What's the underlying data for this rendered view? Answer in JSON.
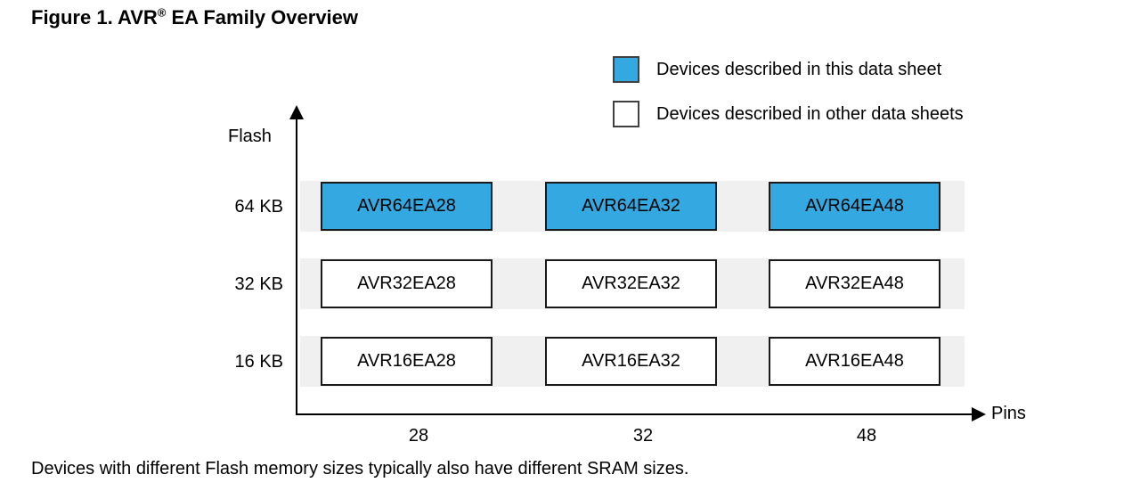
{
  "figure": {
    "title_prefix": "Figure 1. AVR",
    "title_sup": "®",
    "title_suffix": " EA Family Overview",
    "caption": "Devices with different Flash memory sizes typically also have different SRAM sizes."
  },
  "legend": {
    "items": [
      {
        "label": "Devices described in this data sheet",
        "fill": "#34A8E0"
      },
      {
        "label": "Devices described in other data sheets",
        "fill": "#FFFFFF"
      }
    ]
  },
  "axes": {
    "y_label": "Flash",
    "x_label": "Pins",
    "y_ticks": [
      "64 KB",
      "32 KB",
      "16 KB"
    ],
    "x_ticks": [
      "28",
      "32",
      "48"
    ]
  },
  "grid": {
    "rows": [
      {
        "flash": "64 KB",
        "highlighted": true,
        "devices": [
          "AVR64EA28",
          "AVR64EA32",
          "AVR64EA48"
        ]
      },
      {
        "flash": "32 KB",
        "highlighted": false,
        "devices": [
          "AVR32EA28",
          "AVR32EA32",
          "AVR32EA48"
        ]
      },
      {
        "flash": "16 KB",
        "highlighted": false,
        "devices": [
          "AVR16EA28",
          "AVR16EA32",
          "AVR16EA48"
        ]
      }
    ]
  },
  "colors": {
    "highlight_blue": "#34A8E0",
    "band_gray": "#F0F0F0",
    "box_border": "#1A1A1A",
    "axis_black": "#000000"
  }
}
